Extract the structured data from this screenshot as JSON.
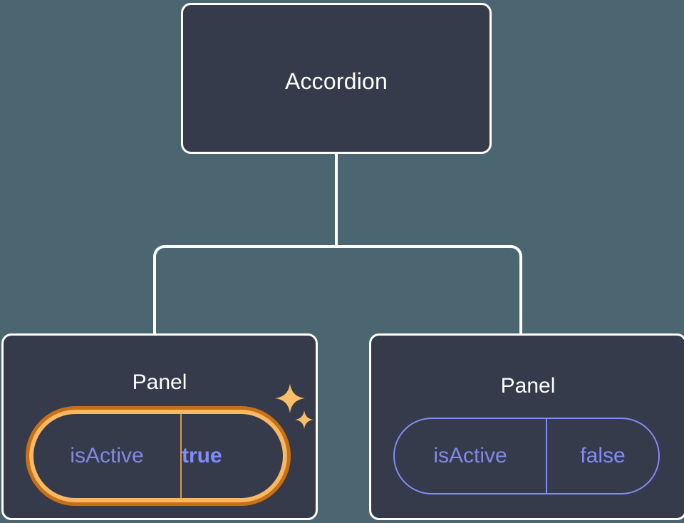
{
  "theme": {
    "canvas_bg": "#4c6671",
    "card_bg": "#353b4a",
    "card_border": "#ffffff",
    "connector": "#ffffff",
    "prop_key_color": "#8189e8",
    "prop_value_color": "#818cf8",
    "highlight_outer": "#c96f14",
    "highlight_inner": "#f8b864",
    "sparkle_color": "#fbbe68"
  },
  "tree": {
    "root": {
      "title": "Accordion"
    },
    "children": [
      {
        "title": "Panel",
        "highlighted": true,
        "prop": {
          "key": "isActive",
          "value": "true"
        },
        "sparkles": [
          "sparkle-large-icon",
          "sparkle-small-icon"
        ]
      },
      {
        "title": "Panel",
        "highlighted": false,
        "prop": {
          "key": "isActive",
          "value": "false"
        }
      }
    ]
  }
}
